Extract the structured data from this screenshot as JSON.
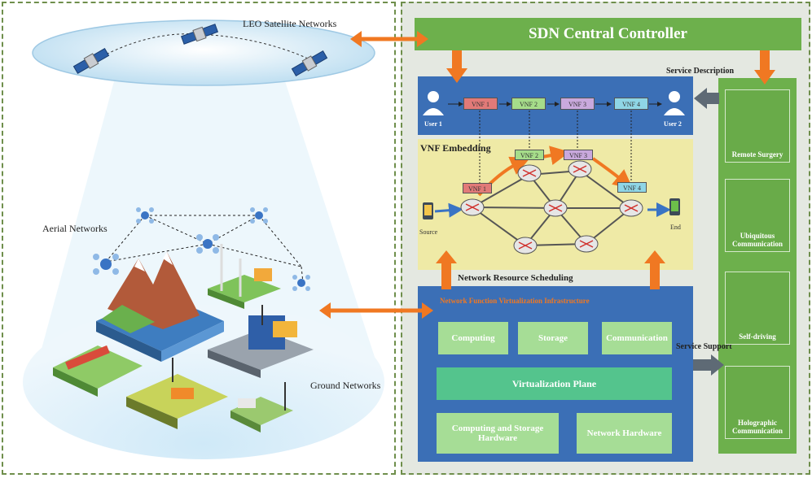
{
  "left": {
    "satellite_label": "LEO Satellite Networks",
    "aerial_label": "Aerial Networks",
    "ground_label": "Ground Networks"
  },
  "right": {
    "controller_title": "SDN Central Controller",
    "service_description": "Service Description",
    "service_support": "Service Support",
    "sfc": {
      "user1": "User 1",
      "user2": "User 2",
      "vnfs": [
        "VNF 1",
        "VNF 2",
        "VNF 3",
        "VNF 4"
      ]
    },
    "embedding": {
      "title": "VNF Embedding",
      "source": "Source",
      "end": "End",
      "vnfs": [
        "VNF 1",
        "VNF 2",
        "VNF 3",
        "VNF 4"
      ]
    },
    "scheduling_label": "Network Resource Scheduling",
    "nfvi": {
      "title": "Network Function Virtualization Infrastructure",
      "computing": "Computing",
      "storage": "Storage",
      "communication": "Communication",
      "virtualization": "Virtualization Plane",
      "cs_hardware": "Computing and Storage Hardware",
      "net_hardware": "Network Hardware"
    },
    "services": [
      "Remote Surgery",
      "Ubiquitous Communication",
      "Self-driving",
      "Holographic Communication"
    ]
  },
  "colors": {
    "green": "#6db04c",
    "blue": "#3b6fb6",
    "yellow": "#efeaa6",
    "orange": "#f07822",
    "vnf1": "#e27a78",
    "vnf2": "#a6dd8a",
    "vnf3": "#c9a9dd",
    "vnf4": "#8fd6e6"
  }
}
